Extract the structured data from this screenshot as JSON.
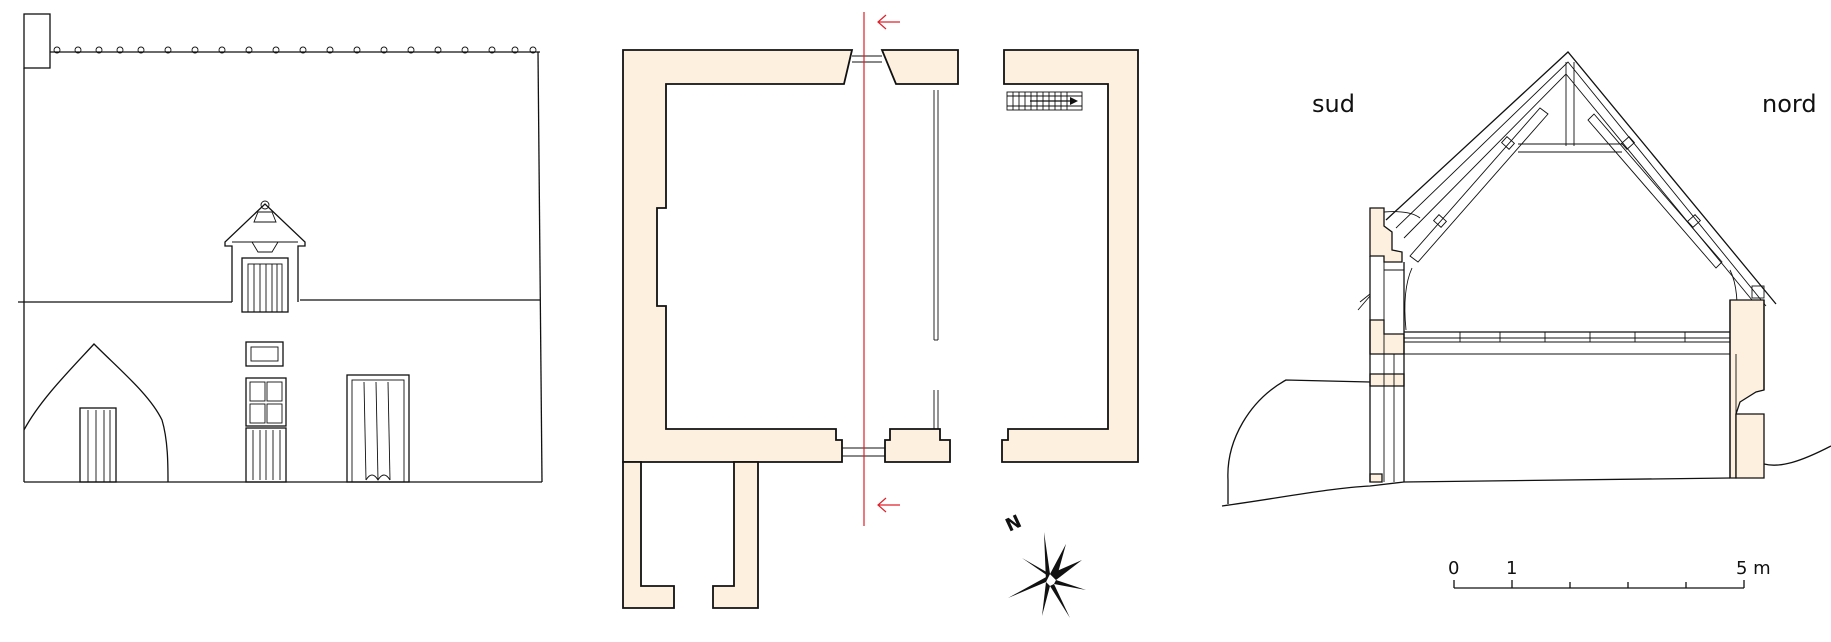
{
  "section": {
    "label_left": "sud",
    "label_right": "nord"
  },
  "scale": {
    "tick_0": "0",
    "tick_1": "1",
    "tick_5": "5 m"
  },
  "compass": {
    "north_letter": "N"
  },
  "colors": {
    "wall_fill": "#fdf0de",
    "line": "#111111",
    "section_line": "#e0202a"
  }
}
